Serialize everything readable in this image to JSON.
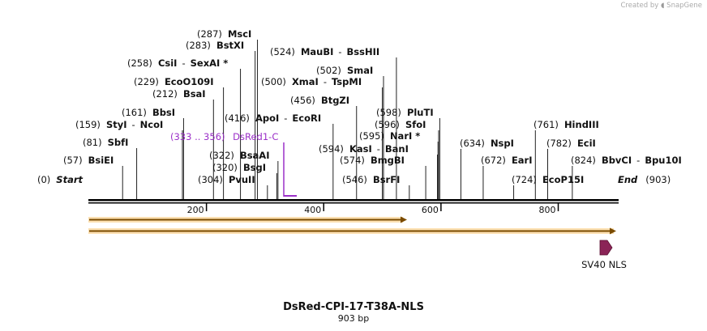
{
  "credit": {
    "prefix": "Created by",
    "brand": "SnapGene"
  },
  "plasmid": {
    "name": "DsRed-CPI-17-T38A-NLS",
    "length_label": "903 bp",
    "length": 903
  },
  "ruler": {
    "ticks": [
      200,
      400,
      600,
      800
    ],
    "labels": [
      "200",
      "400",
      "600",
      "800"
    ]
  },
  "sites": [
    {
      "pos": "(0)",
      "name": "Start",
      "bp": 0,
      "type": "it"
    },
    {
      "pos": "(57)",
      "name": "BsiEI",
      "bp": 57
    },
    {
      "pos": "(81)",
      "name": "SbfI",
      "bp": 81
    },
    {
      "pos": "(159)",
      "name": "StyI",
      "name2": "NcoI",
      "bp": 159
    },
    {
      "pos": "(161)",
      "name": "BbsI",
      "bp": 161
    },
    {
      "pos": "(212)",
      "name": "BsaI",
      "bp": 212
    },
    {
      "pos": "(229)",
      "name": "EcoO109I",
      "bp": 229
    },
    {
      "pos": "(258)",
      "name": "CsiI",
      "name2": "SexAI *",
      "bp": 258
    },
    {
      "pos": "(283)",
      "name": "BstXI",
      "bp": 283
    },
    {
      "pos": "(287)",
      "name": "MscI",
      "bp": 287
    },
    {
      "pos": "(304)",
      "name": "PvuII",
      "bp": 304
    },
    {
      "pos": "(320)",
      "name": "BsgI",
      "bp": 320
    },
    {
      "pos": "(322)",
      "name": "BsaAI",
      "bp": 322
    },
    {
      "pos": "(416)",
      "name": "ApoI",
      "name2": "EcoRI",
      "bp": 416
    },
    {
      "pos": "(456)",
      "name": "BtgZI",
      "bp": 456
    },
    {
      "pos": "(500)",
      "name": "XmaI",
      "name2": "TspMI",
      "bp": 500
    },
    {
      "pos": "(502)",
      "name": "SmaI",
      "bp": 502
    },
    {
      "pos": "(524)",
      "name": "MauBI",
      "name2": "BssHII",
      "bp": 524
    },
    {
      "pos": "(546)",
      "name": "BsrFI",
      "bp": 546
    },
    {
      "pos": "(574)",
      "name": "BmgBI",
      "bp": 574
    },
    {
      "pos": "(594)",
      "name": "KasI",
      "name2": "BanI",
      "bp": 594
    },
    {
      "pos": "(595)",
      "name": "NarI *",
      "bp": 595
    },
    {
      "pos": "(596)",
      "name": "SfoI",
      "bp": 596
    },
    {
      "pos": "(598)",
      "name": "PluTI",
      "bp": 598
    },
    {
      "pos": "(634)",
      "name": "NspI",
      "bp": 634
    },
    {
      "pos": "(672)",
      "name": "EarI",
      "bp": 672
    },
    {
      "pos": "(724)",
      "name": "EcoP15I",
      "bp": 724
    },
    {
      "pos": "(761)",
      "name": "HindIII",
      "bp": 761
    },
    {
      "pos": "(782)",
      "name": "EciI",
      "bp": 782
    },
    {
      "pos": "(824)",
      "name": "BbvCI",
      "name2": "Bpu10I",
      "bp": 824
    },
    {
      "pos": "(903)",
      "name": "End",
      "bp": 903,
      "type": "it"
    }
  ],
  "primer": {
    "range": "(333 .. 356)",
    "name": "DsRed1-C",
    "color": "#9b30c8"
  },
  "features": [
    {
      "name": "SV40 NLS",
      "color": "#8b2457"
    }
  ],
  "colors": {
    "orf": "#f5a623",
    "orf_stroke": "#7a4b00"
  }
}
